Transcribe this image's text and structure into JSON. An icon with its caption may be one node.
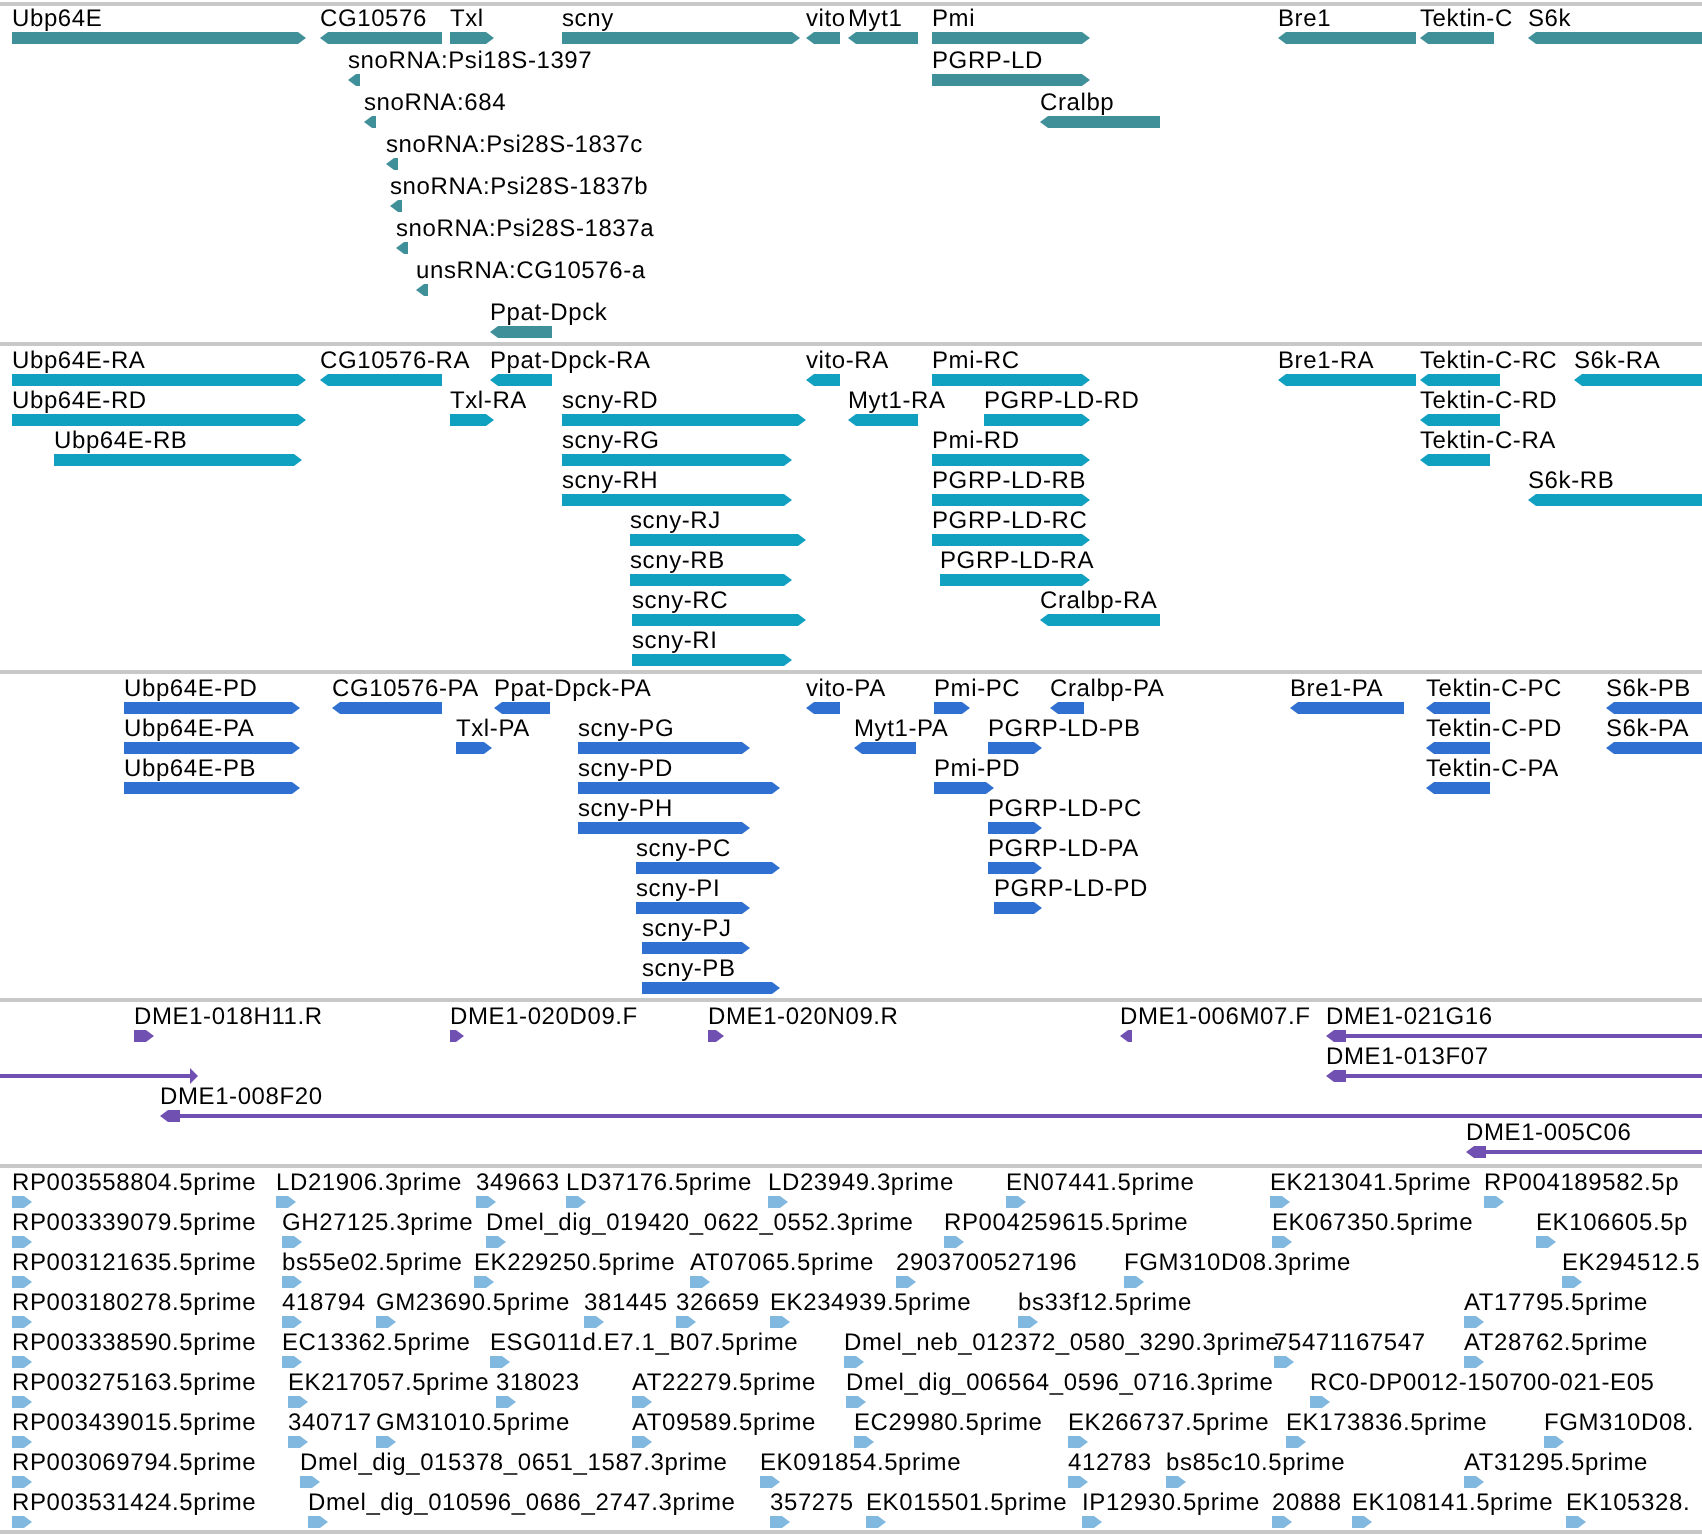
{
  "diagram": {
    "nodes": [
      {
        "text": [
          "Ubp64E"
        ]
      },
      {
        "text": [
          "CG10576"
        ]
      },
      {
        "text": [
          "Txl"
        ]
      },
      {
        "text": [
          "scny"
        ]
      },
      {
        "text": [
          "vito"
        ]
      },
      {
        "text": [
          "Myt1"
        ]
      },
      {
        "text": [
          "Pmi"
        ]
      },
      {
        "text": [
          "Bre1"
        ]
      },
      {
        "text": [
          "Tektin-C"
        ]
      },
      {
        "text": [
          "S6k"
        ]
      },
      {
        "text": [
          "snoRNA:Psi18S-1397"
        ]
      },
      {
        "text": [
          "PGRP-LD"
        ]
      },
      {
        "text": [
          "snoRNA:684"
        ]
      },
      {
        "text": [
          "Cralbp"
        ]
      },
      {
        "text": [
          "snoRNA:Psi28S-1837c"
        ]
      },
      {
        "text": [
          "snoRNA:Psi28S-1837b"
        ]
      },
      {
        "text": [
          "snoRNA:Psi28S-1837a"
        ]
      },
      {
        "text": [
          "unsRNA:CG10576-a"
        ]
      },
      {
        "text": [
          "Ppat-Dpck"
        ]
      },
      {
        "text": [
          "Ubp64E-RA"
        ]
      },
      {
        "text": [
          "CG10576-RA"
        ]
      },
      {
        "text": [
          "Ppat-Dpck-RA"
        ]
      },
      {
        "text": [
          "vito-RA"
        ]
      },
      {
        "text": [
          "Pmi-RC"
        ]
      },
      {
        "text": [
          "Bre1-RA"
        ]
      },
      {
        "text": [
          "Tektin-C-RC"
        ]
      },
      {
        "text": [
          "S6k-RA"
        ]
      },
      {
        "text": [
          "Ubp64E-RD"
        ]
      },
      {
        "text": [
          "Txl-RA"
        ]
      },
      {
        "text": [
          "scny-RD"
        ]
      },
      {
        "text": [
          "Myt1-RA"
        ]
      },
      {
        "text": [
          "PGRP-LD-RD"
        ]
      },
      {
        "text": [
          "Tektin-C-RD"
        ]
      },
      {
        "text": [
          "Ubp64E-RB"
        ]
      },
      {
        "text": [
          "scny-RG"
        ]
      },
      {
        "text": [
          "Pmi-RD"
        ]
      },
      {
        "text": [
          "Tektin-C-RA"
        ]
      },
      {
        "text": [
          "scny-RH"
        ]
      },
      {
        "text": [
          "PGRP-LD-RB"
        ]
      },
      {
        "text": [
          "S6k-RB"
        ]
      },
      {
        "text": [
          "scny-RJ"
        ]
      },
      {
        "text": [
          "PGRP-LD-RC"
        ]
      },
      {
        "text": [
          "scny-RB"
        ]
      },
      {
        "text": [
          "PGRP-LD-RA"
        ]
      },
      {
        "text": [
          "scny-RC"
        ]
      },
      {
        "text": [
          "Cralbp-RA"
        ]
      },
      {
        "text": [
          "scny-RI"
        ]
      },
      {
        "text": [
          "Ubp64E-PD"
        ]
      },
      {
        "text": [
          "CG10576-PA"
        ]
      },
      {
        "text": [
          "Ppat-Dpck-PA"
        ]
      },
      {
        "text": [
          "vito-PA"
        ]
      },
      {
        "text": [
          "Pmi-PC"
        ]
      },
      {
        "text": [
          "Cralbp-PA"
        ]
      },
      {
        "text": [
          "Bre1-PA"
        ]
      },
      {
        "text": [
          "Tektin-C-PC"
        ]
      },
      {
        "text": [
          "S6k-PB"
        ]
      },
      {
        "text": [
          "Ubp64E-PA"
        ]
      },
      {
        "text": [
          "Txl-PA"
        ]
      },
      {
        "text": [
          "scny-PG"
        ]
      },
      {
        "text": [
          "Myt1-PA"
        ]
      },
      {
        "text": [
          "PGRP-LD-PB"
        ]
      },
      {
        "text": [
          "Tektin-C-PD"
        ]
      },
      {
        "text": [
          "S6k-PA"
        ]
      },
      {
        "text": [
          "Ubp64E-PB"
        ]
      },
      {
        "text": [
          "scny-PD"
        ]
      },
      {
        "text": [
          "Pmi-PD"
        ]
      },
      {
        "text": [
          "Tektin-C-PA"
        ]
      },
      {
        "text": [
          "scny-PH"
        ]
      },
      {
        "text": [
          "PGRP-LD-PC"
        ]
      },
      {
        "text": [
          "scny-PC"
        ]
      },
      {
        "text": [
          "PGRP-LD-PA"
        ]
      },
      {
        "text": [
          "scny-PI"
        ]
      },
      {
        "text": [
          "PGRP-LD-PD"
        ]
      },
      {
        "text": [
          "scny-PJ"
        ]
      },
      {
        "text": [
          "scny-PB"
        ]
      },
      {
        "text": [
          "DME1-018H11.R"
        ]
      },
      {
        "text": [
          "DME1-020D09.F"
        ]
      },
      {
        "text": [
          "DME1-020N09.R"
        ]
      },
      {
        "text": [
          "DME1-006M07.F"
        ]
      },
      {
        "text": [
          "DME1-021G16"
        ]
      },
      {
        "text": [],
        "shape": "line"
      },
      {
        "text": [
          "DME1-013F07"
        ]
      },
      {
        "text": [
          "DME1-008F20"
        ]
      },
      {
        "text": [
          "DME1-005C06"
        ]
      },
      {
        "text": [
          "RP003558804.5prime"
        ]
      },
      {
        "text": [
          "LD21906.3prime"
        ]
      },
      {
        "text": [
          "349663"
        ]
      },
      {
        "text": [
          "LD37176.5prime"
        ]
      },
      {
        "text": [
          "LD23949.3prime"
        ]
      },
      {
        "text": [
          "EN07441.5prime"
        ]
      },
      {
        "text": [
          "EK213041.5prime"
        ]
      },
      {
        "text": [
          "RP004189582.5p"
        ]
      },
      {
        "text": [
          "RP003339079.5prime"
        ]
      },
      {
        "text": [
          "GH27125.3prime"
        ]
      },
      {
        "text": [
          "Dmel_dig_019420_0622_0552.3prime"
        ]
      },
      {
        "text": [
          "RP004259615.5prime"
        ]
      },
      {
        "text": [
          "EK067350.5prime"
        ]
      },
      {
        "text": [
          "EK106605.5p"
        ]
      },
      {
        "text": [
          "RP003121635.5prime"
        ]
      },
      {
        "text": [
          "bs55e02.5prime"
        ]
      },
      {
        "text": [
          "EK229250.5prime"
        ]
      },
      {
        "text": [
          "AT07065.5prime"
        ]
      },
      {
        "text": [
          "2903700527196"
        ]
      },
      {
        "text": [
          "FGM310D08.3prime"
        ]
      },
      {
        "text": [
          "EK294512.5"
        ]
      },
      {
        "text": [
          "RP003180278.5prime"
        ]
      },
      {
        "text": [
          "418794"
        ]
      },
      {
        "text": [
          "GM23690.5prime"
        ]
      },
      {
        "text": [
          "381445"
        ]
      },
      {
        "text": [
          "326659"
        ]
      },
      {
        "text": [
          "EK234939.5prime"
        ]
      },
      {
        "text": [
          "bs33f12.5prime"
        ]
      },
      {
        "text": [
          "AT17795.5prime"
        ]
      },
      {
        "text": [
          "RP003338590.5prime"
        ]
      },
      {
        "text": [
          "EC13362.5prime"
        ]
      },
      {
        "text": [
          "ESG011d.E7.1_B07.5prime"
        ]
      },
      {
        "text": [
          "Dmel_neb_012372_0580_3290.3prime"
        ]
      },
      {
        "text": [
          "75471167547"
        ]
      },
      {
        "text": [
          "AT28762.5prime"
        ]
      },
      {
        "text": [
          "RP003275163.5prime"
        ]
      },
      {
        "text": [
          "EK217057.5prime"
        ]
      },
      {
        "text": [
          "318023"
        ]
      },
      {
        "text": [
          "AT22279.5prime"
        ]
      },
      {
        "text": [
          "Dmel_dig_006564_0596_0716.3prime"
        ]
      },
      {
        "text": [
          "RC0-DP0012-150700-021-E05"
        ]
      },
      {
        "text": [
          "RP003439015.5prime"
        ]
      },
      {
        "text": [
          "340717"
        ]
      },
      {
        "text": [
          "GM31010.5prime"
        ]
      },
      {
        "text": [
          "AT09589.5prime"
        ]
      },
      {
        "text": [
          "EC29980.5prime"
        ]
      },
      {
        "text": [
          "EK266737.5prime"
        ]
      },
      {
        "text": [
          "EK173836.5prime"
        ]
      },
      {
        "text": [
          "FGM310D08."
        ]
      },
      {
        "text": [
          "RP003069794.5prime"
        ]
      },
      {
        "text": [
          "Dmel_dig_015378_0651_1587.3prime"
        ]
      },
      {
        "text": [
          "EK091854.5prime"
        ]
      },
      {
        "text": [
          "412783"
        ]
      },
      {
        "text": [
          "bs85c10.5prime"
        ]
      },
      {
        "text": [
          "AT31295.5prime"
        ]
      },
      {
        "text": [
          "RP003531424.5prime"
        ]
      },
      {
        "text": [
          "Dmel_dig_010596_0686_2747.3prime"
        ]
      },
      {
        "text": [
          "357275"
        ]
      },
      {
        "text": [
          "EK015501.5prime"
        ]
      },
      {
        "text": [
          "IP12930.5prime"
        ]
      },
      {
        "text": [
          "20888"
        ]
      },
      {
        "text": [
          "EK108141.5prime"
        ]
      },
      {
        "text": [
          "EK105328."
        ]
      }
    ]
  }
}
